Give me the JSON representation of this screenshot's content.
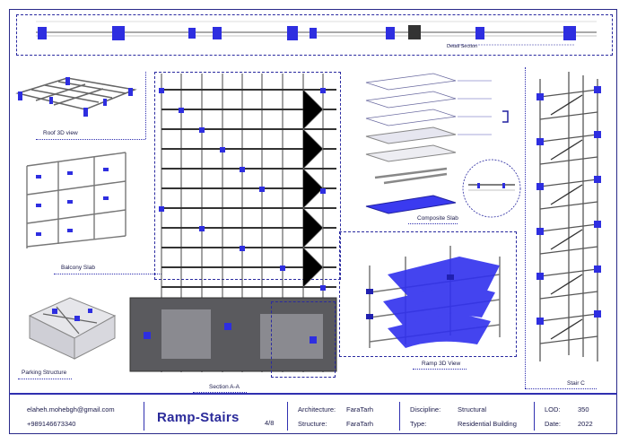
{
  "drawing_labels": {
    "detail_section": "Detail Section",
    "roof_3d": "Roof 3D view",
    "balcony_slab": "Balcony Slab",
    "parking_structure": "Parking Structure",
    "section_aa": "Section A-A",
    "composite_slab": "Composite Slab",
    "ramp_3d": "Ramp 3D View",
    "stair_c": "Stair C"
  },
  "title_block": {
    "email": "elaheh.mohebgh@gmail.com",
    "phone": "+989146673340",
    "project_title": "Ramp-Stairs",
    "sheet_number": "4/8",
    "architecture_label": "Architecture:",
    "architecture_value": "FaraTarh",
    "structure_label": "Structure:",
    "structure_value": "FaraTarh",
    "discipline_label": "Discipline:",
    "discipline_value": "Structural",
    "type_label": "Type:",
    "type_value": "Residential Building",
    "lod_label": "LOD:",
    "lod_value": "350",
    "date_label": "Date:",
    "date_value": "2022"
  },
  "colors": {
    "accent": "#2a2aa0",
    "steel_blue": "#2e2ee0",
    "grey": "#9a9aa6"
  }
}
